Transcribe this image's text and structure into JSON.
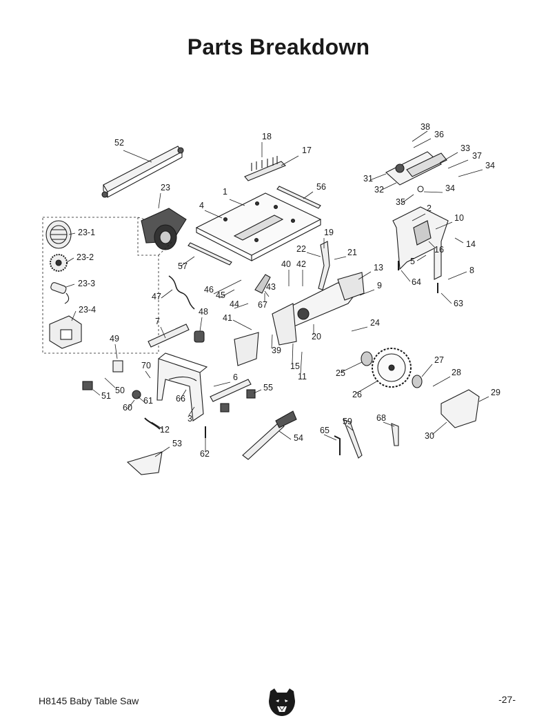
{
  "page": {
    "title": "Parts Breakdown",
    "footer_left": "H8145 Baby Table Saw",
    "footer_right": "-27-"
  },
  "callouts": [
    "1",
    "2",
    "3",
    "4",
    "5",
    "6",
    "7",
    "8",
    "9",
    "10",
    "11",
    "12",
    "13",
    "14",
    "15",
    "16",
    "17",
    "18",
    "19",
    "20",
    "21",
    "22",
    "23",
    "23-1",
    "23-2",
    "23-3",
    "23-4",
    "24",
    "25",
    "26",
    "27",
    "28",
    "29",
    "30",
    "31",
    "32",
    "33",
    "34",
    "34",
    "35",
    "36",
    "37",
    "38",
    "39",
    "40",
    "41",
    "42",
    "43",
    "44",
    "45",
    "46",
    "47",
    "48",
    "49",
    "50",
    "51",
    "52",
    "53",
    "54",
    "55",
    "56",
    "57",
    "59",
    "60",
    "61",
    "62",
    "63",
    "64",
    "65",
    "66",
    "67",
    "68",
    "70"
  ]
}
